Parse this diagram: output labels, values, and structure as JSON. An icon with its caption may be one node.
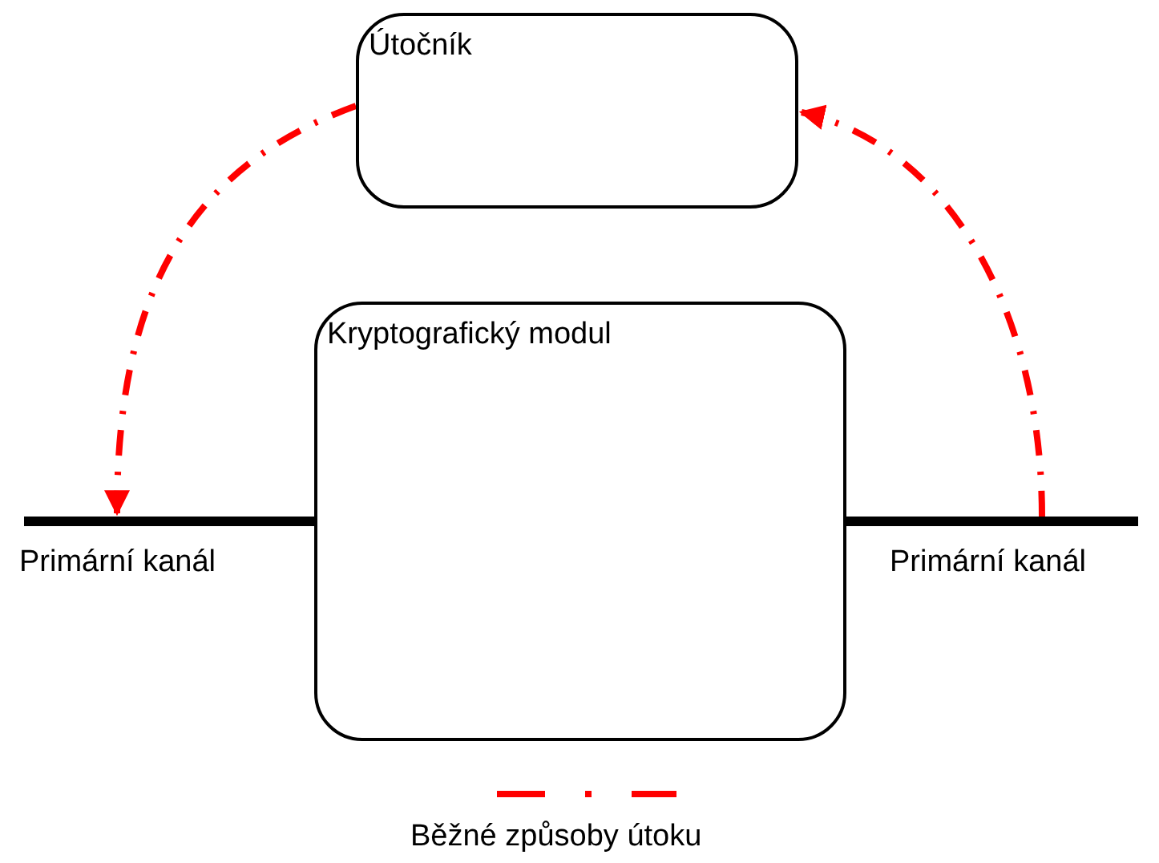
{
  "diagram": {
    "nodes": [
      {
        "text": [
          "Útočník"
        ]
      },
      {
        "text": [
          "Kryptografický modul"
        ]
      },
      {
        "text": [],
        "shape": "bar",
        "beside": [
          "Primární kanál"
        ]
      },
      {
        "text": [],
        "shape": "bar",
        "beside": [
          "Primární kanál"
        ]
      }
    ],
    "edges": [
      {
        "from": 0,
        "to": 2,
        "arrow": "to",
        "style": "dashed"
      },
      {
        "from": 3,
        "to": 0,
        "arrow": "to",
        "style": "dashed"
      }
    ],
    "legend": [
      {
        "text": "Běžné způsoby útoku"
      }
    ]
  }
}
